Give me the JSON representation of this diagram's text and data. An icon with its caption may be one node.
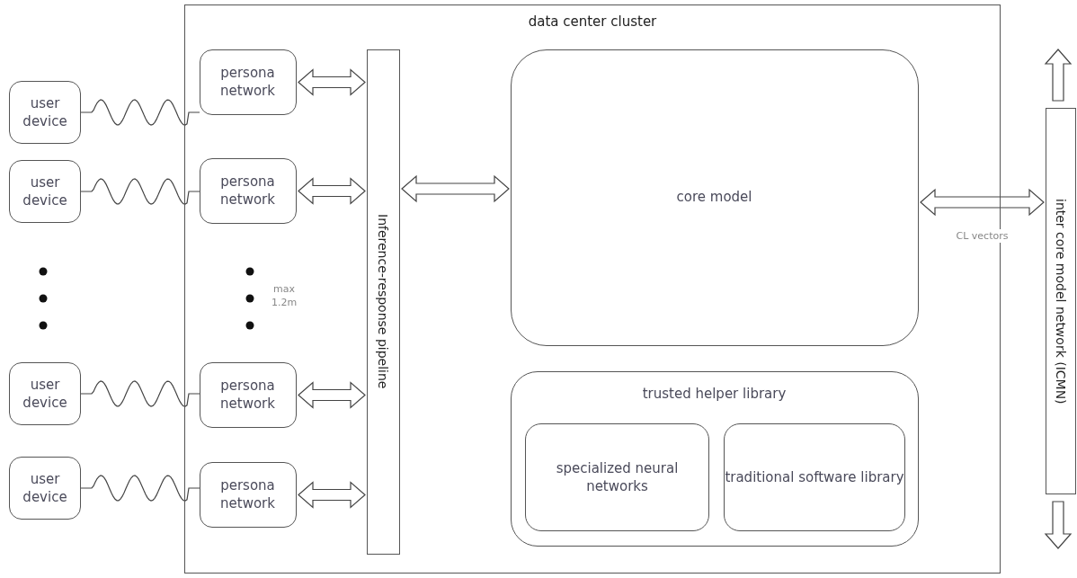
{
  "diagram": {
    "nodes": [
      {
        "text": [
          "data center cluster"
        ]
      },
      {
        "text": [
          "user device"
        ]
      },
      {
        "text": [
          "user device"
        ]
      },
      {
        "text": [
          "user device"
        ]
      },
      {
        "text": [
          "user device"
        ]
      },
      {
        "text": [
          "persona network"
        ],
        "in": 0
      },
      {
        "text": [
          "persona network"
        ],
        "in": 0
      },
      {
        "text": [
          "persona network"
        ],
        "in": 0
      },
      {
        "text": [
          "persona network"
        ],
        "in": 0
      },
      {
        "text": [
          "Inference-response pipeline"
        ],
        "in": 0
      },
      {
        "text": [
          "core model"
        ],
        "in": 0
      },
      {
        "text": [
          "trusted helper library"
        ],
        "in": 0
      },
      {
        "text": [
          "specialized neural networks"
        ],
        "in": 11
      },
      {
        "text": [
          "traditional software library"
        ],
        "in": 11
      },
      {
        "text": [
          "inter core model network (ICMN)"
        ]
      }
    ],
    "edges": [
      {
        "from": 1,
        "to": 5,
        "arrow": "none"
      },
      {
        "from": 2,
        "to": 6,
        "arrow": "none"
      },
      {
        "from": 3,
        "to": 7,
        "arrow": "none"
      },
      {
        "from": 4,
        "to": 8,
        "arrow": "none"
      },
      {
        "from": 5,
        "to": 9,
        "arrow": "both"
      },
      {
        "from": 6,
        "to": 9,
        "arrow": "both"
      },
      {
        "from": 7,
        "to": 9,
        "arrow": "both"
      },
      {
        "from": 8,
        "to": 9,
        "arrow": "both"
      },
      {
        "from": 9,
        "to": 10,
        "arrow": "both"
      },
      {
        "from": 10,
        "to": 14,
        "arrow": "both",
        "label": "CL vectors"
      },
      {
        "from": 14,
        "to": null,
        "arrow": "to"
      },
      {
        "from": 14,
        "to": null,
        "arrow": "to"
      }
    ],
    "labels": [
      "max 1.2m"
    ]
  }
}
